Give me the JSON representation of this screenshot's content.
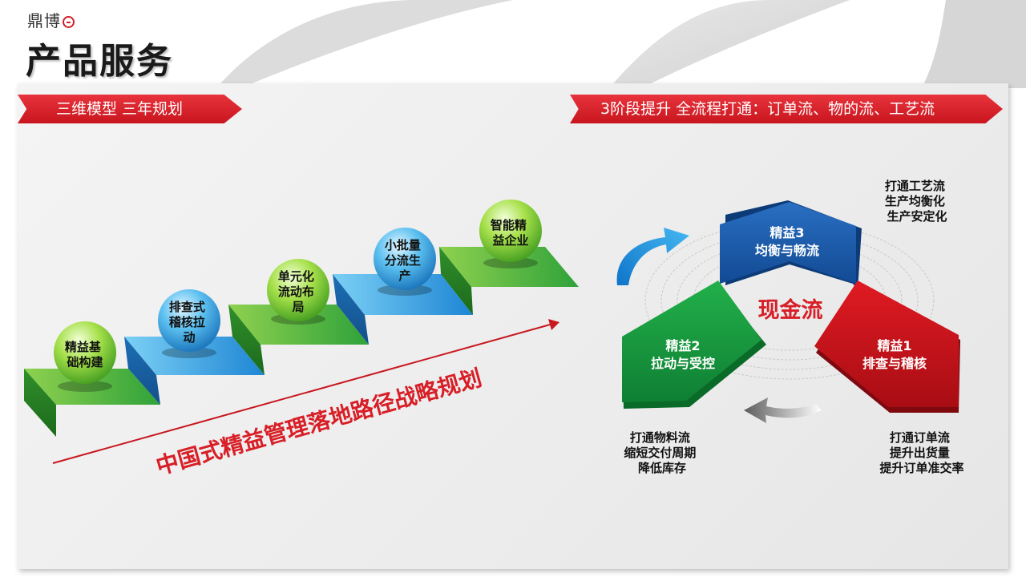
{
  "header": {
    "logo_text": "鼎博",
    "title": "产品服务"
  },
  "banners": {
    "left": "三维模型  三年规划",
    "right": "3阶段提升 全流程打通：订单流、物的流、工艺流"
  },
  "staircase": {
    "steps": [
      {
        "lines": [
          "精益基",
          "础构建"
        ]
      },
      {
        "lines": [
          "排查式",
          "稽核拉",
          "动"
        ]
      },
      {
        "lines": [
          "单元化",
          "流动布",
          "局"
        ]
      },
      {
        "lines": [
          "小批量",
          "分流生",
          "产"
        ]
      },
      {
        "lines": [
          "智能精",
          "益企业"
        ]
      }
    ],
    "path_label": "中国式精益管理落地路径战略规划"
  },
  "cycle": {
    "center_label": "现金流",
    "stages": {
      "s3": {
        "title": "精益3",
        "subtitle": "均衡与畅流"
      },
      "s2": {
        "title": "精益2",
        "subtitle": "拉动与受控"
      },
      "s1": {
        "title": "精益1",
        "subtitle": "排查与稽核"
      }
    },
    "notes": {
      "top_right": [
        "打通工艺流",
        "生产均衡化",
        "生产安定化"
      ],
      "bottom_left": [
        "打通物料流",
        "缩短交付周期",
        "降低库存"
      ],
      "bottom_right": [
        "打通订单流",
        "提升出货量",
        "提升订单准交率"
      ]
    }
  },
  "colors": {
    "accent_red": "#d0202a",
    "green": "#3aa832",
    "blue": "#1e90d8",
    "dark_blue": "#1b5aa8",
    "dark_green": "#159a3c"
  }
}
